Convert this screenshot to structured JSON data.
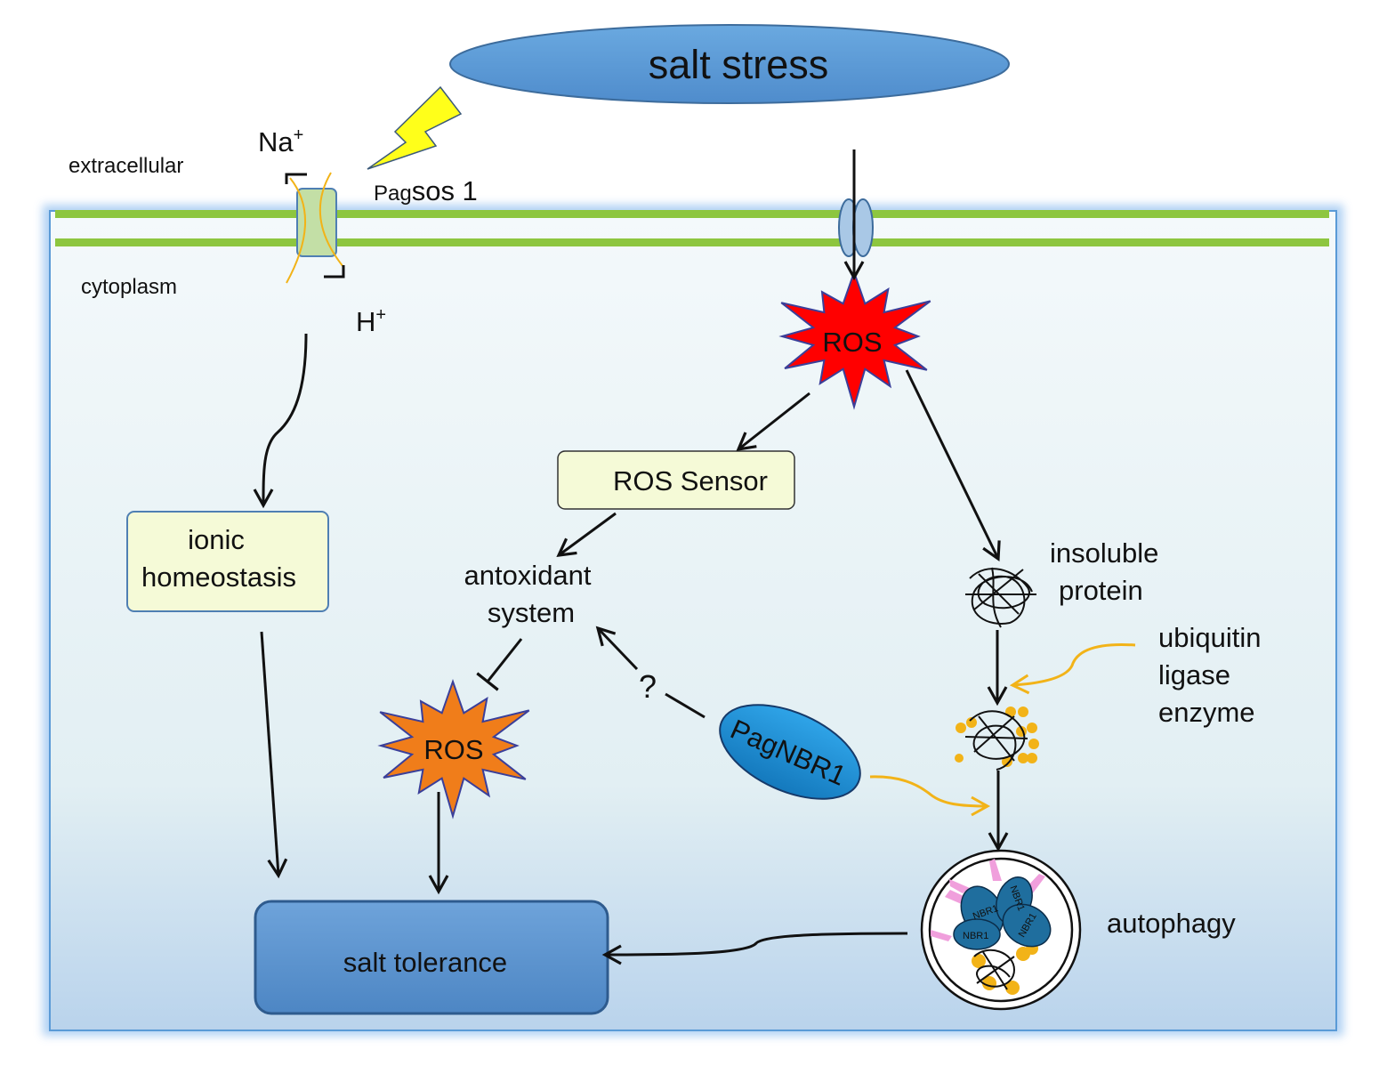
{
  "title": "salt stress",
  "compartments": {
    "outside": "extracellular",
    "inside": "cytoplasm"
  },
  "ions": {
    "na": "Na",
    "na_charge": "+",
    "h": "H",
    "h_charge": "+"
  },
  "transporter": {
    "prefix": "Pag",
    "name": "sos 1"
  },
  "nodes": {
    "ros_top": "ROS",
    "ros_sensor": "ROS Sensor",
    "antioxidant_line1": "antoxidant",
    "antioxidant_line2": "system",
    "ros_bottom": "ROS",
    "unknown_link": "?",
    "pagnbr1": "PagNBR1",
    "ionic_line1": "ionic",
    "ionic_line2": "homeostasis",
    "insoluble_line1": "insoluble",
    "insoluble_line2": "protein",
    "ubiquitin_line1": "ubiquitin",
    "ubiquitin_line2": "ligase",
    "ubiquitin_line3": "enzyme",
    "autophagy": "autophagy",
    "salt_tolerance": "salt tolerance",
    "nbr1_label": "NBR1"
  },
  "colors": {
    "membrane": "#8dc63f",
    "title_ellipse": "#5b9bd5",
    "ros_top": "#ff0000",
    "ros_bottom": "#f07d1a",
    "box_fill": "#f5fad7",
    "pagnbr1": "#1e8fd6",
    "tolerance": "#5b93cf",
    "ubiquitin": "#f2b318",
    "receptor": "#f09fdc"
  }
}
